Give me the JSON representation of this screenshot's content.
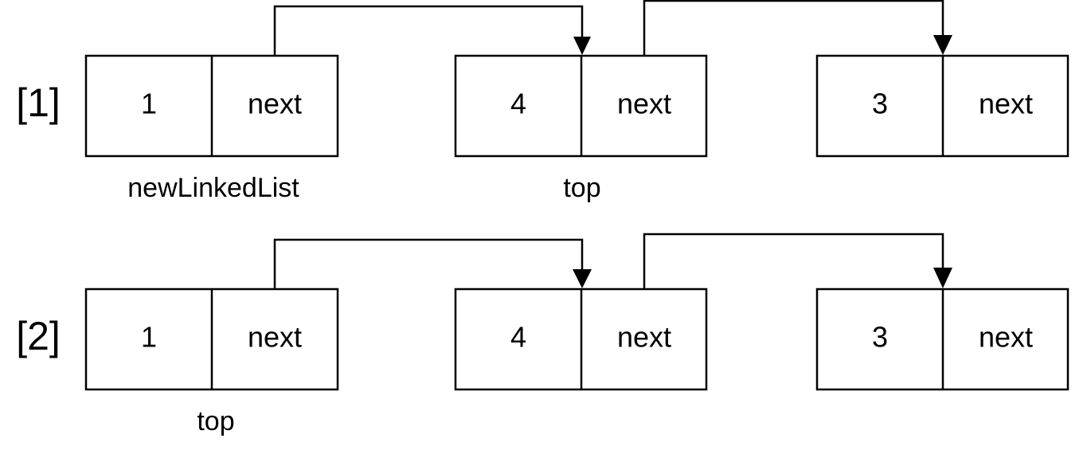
{
  "rows": [
    {
      "label": "[1]",
      "nodes": [
        {
          "value": "1",
          "pointer": "next",
          "caption": "newLinkedList"
        },
        {
          "value": "4",
          "pointer": "next",
          "caption": "top"
        },
        {
          "value": "3",
          "pointer": "next",
          "caption": ""
        }
      ]
    },
    {
      "label": "[2]",
      "nodes": [
        {
          "value": "1",
          "pointer": "next",
          "caption": "top"
        },
        {
          "value": "4",
          "pointer": "next",
          "caption": ""
        },
        {
          "value": "3",
          "pointer": "next",
          "caption": ""
        }
      ]
    }
  ],
  "colors": {
    "stroke": "#000000",
    "background": "#ffffff"
  }
}
